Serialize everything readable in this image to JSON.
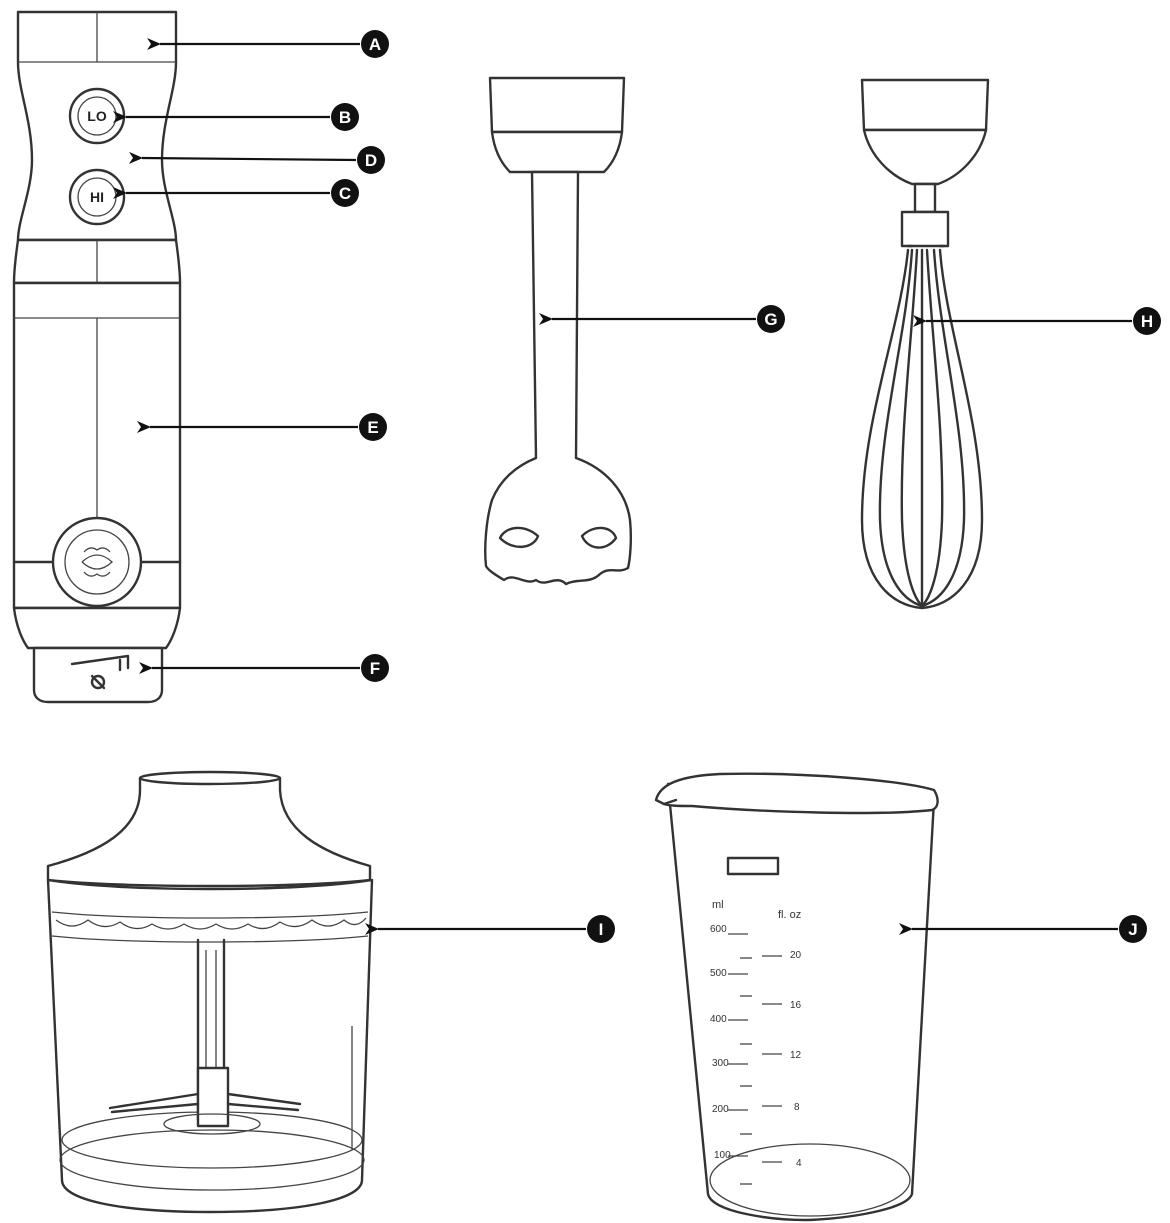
{
  "labels": {
    "A": "A",
    "B": "B",
    "C": "C",
    "D": "D",
    "E": "E",
    "F": "F",
    "G": "G",
    "H": "H",
    "I": "I",
    "J": "J"
  },
  "buttons": {
    "low": "LO",
    "high": "HI"
  },
  "cup": {
    "unit_ml": "ml",
    "unit_floz": "fl. oz",
    "ml_marks": [
      "600",
      "500",
      "400",
      "300",
      "200",
      "100"
    ],
    "floz_marks": [
      "20",
      "16",
      "12",
      "8",
      "4"
    ]
  },
  "colors": {
    "line": "#333333",
    "callout": "#111111",
    "background": "#ffffff"
  }
}
